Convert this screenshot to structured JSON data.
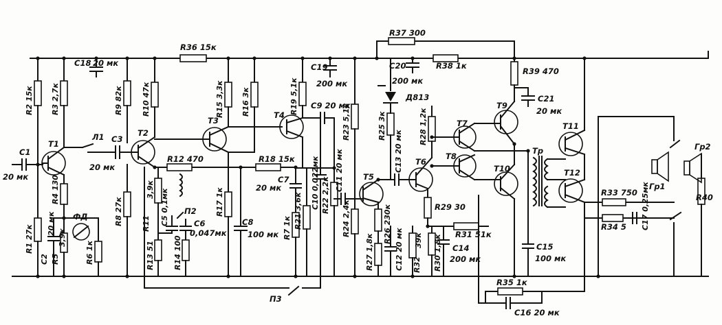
{
  "labels": {
    "R36": "R36 15к",
    "R37": "R37 300",
    "R38": "R38 1к",
    "R39": "R39 470",
    "C18": "C18",
    "C18v": "20 мк",
    "C19": "C19",
    "C19v": "200 мк",
    "C20": "C20",
    "C20v": "200 мк",
    "C21": "C21",
    "C21v": "20 мк",
    "R2": "R2 15к",
    "R3": "R3 2,7к",
    "R9": "R9 82к",
    "R10": "R10 47к",
    "R15": "R15 3,3к",
    "R16": "R16 3к",
    "R19": "R19 5,1к",
    "C9": "C9 20 мк",
    "R23": "R23 5,1к",
    "R25": "R25 3к",
    "D813": "Д813",
    "C13": "C13 20 мк",
    "R28": "R28 1,2к",
    "C1": "C1",
    "C1v": "20 мк",
    "T1": "T1",
    "L1": "Л1",
    "C3": "C3",
    "C3v": "20 мк",
    "T2": "T2",
    "T3": "T3",
    "T4": "T4",
    "T5": "T5",
    "T6": "T6",
    "T7": "T7",
    "T8": "T8",
    "T9": "T9",
    "T10": "T10",
    "T11": "T11",
    "T12": "T12",
    "Tr": "Тр",
    "R12": "R12 470",
    "R18": "R18 15к",
    "C7": "C7",
    "C7v": "20 мк",
    "C10": "C10 0,022мк",
    "C11": "C11 20 мк",
    "R4": "R4 130",
    "R1": "R1 27к",
    "C2": "C2",
    "C2v": "20 мк",
    "R5": "R5",
    "R5v": "3,9к",
    "FD": "ФД",
    "R6": "R6 1к",
    "R8": "R8 27к",
    "R11": "R11",
    "R11v": "3,9к",
    "C5": "C5 0,1мк",
    "P2": "П2",
    "C6": "C6",
    "C6v": "0,047мк",
    "R13": "R13 51",
    "R14": "R14 100",
    "R17": "R17 1к",
    "C8": "C8",
    "C8v": "100 мк",
    "R7": "R7 1к",
    "R21": "R21 3,6к",
    "R22": "R22 2,2к",
    "R24": "R24 2,4к",
    "R26": "R26 230к",
    "R27": "R27 1,8к",
    "C12": "C12 20 мк",
    "R32": "R32",
    "R32v": "39к",
    "R30": "R30 1,8к",
    "C14": "C14",
    "C14v": "200 мк",
    "R29": "R29 30",
    "R31": "R31 51к",
    "C15": "C15",
    "C15v": "100 мк",
    "R33": "R33 750",
    "R34": "R34 5",
    "C17": "C17 0,25мк",
    "Gr1": "Гр1",
    "Gr2": "Гр2",
    "R40": "R40",
    "P3": "П3",
    "R35": "R35 1к",
    "C16": "C16 20 мк"
  },
  "colors": {
    "ink": "#111111",
    "paper": "#fdfdfb"
  }
}
